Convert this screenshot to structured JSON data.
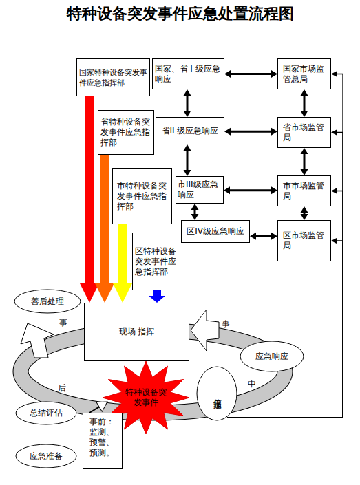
{
  "diagram": {
    "title": "特种设备突发事件应急处置流程图",
    "nodes": [
      {
        "text": [
          "国家特种设备突发事件应急指挥部"
        ]
      },
      {
        "text": [
          "国家、省 I 级应急响应"
        ]
      },
      {
        "text": [
          "国家市场监管总局"
        ]
      },
      {
        "text": [
          "省特种设备突发事件应急指挥部"
        ]
      },
      {
        "text": [
          "省II 级应急响应"
        ]
      },
      {
        "text": [
          "省市场监管局"
        ]
      },
      {
        "text": [
          "市特种设备突发事件应急指挥部"
        ]
      },
      {
        "text": [
          "市III级应急响应"
        ]
      },
      {
        "text": [
          "市市场监管局"
        ]
      },
      {
        "text": [
          "区IV级应急响应"
        ]
      },
      {
        "text": [
          "区市场监管局"
        ]
      },
      {
        "text": [
          "区特种设备突发事件应急指挥部"
        ]
      },
      {
        "text": [
          "现场 指挥"
        ]
      },
      {
        "text": [
          "善后处理"
        ]
      },
      {
        "text": [
          "应急响应"
        ]
      },
      {
        "text": [
          "特种设备突发事件"
        ]
      },
      {
        "text": [
          "信息报送"
        ]
      },
      {
        "text": [
          "总结评估"
        ]
      },
      {
        "text": [
          "应急准备"
        ]
      },
      {
        "text": [
          "事前：监测、预警、预测。"
        ]
      }
    ],
    "edges": [
      {
        "from": 1,
        "to": 2,
        "arrow": "both"
      },
      {
        "from": 4,
        "to": 5,
        "arrow": "both"
      },
      {
        "from": 7,
        "to": 8,
        "arrow": "both"
      },
      {
        "from": 9,
        "to": 10,
        "arrow": "both"
      },
      {
        "from": 1,
        "to": 4,
        "arrow": "both"
      },
      {
        "from": 4,
        "to": 7,
        "arrow": "both"
      },
      {
        "from": 7,
        "to": 9,
        "arrow": "both"
      },
      {
        "from": 2,
        "to": 5,
        "arrow": "both"
      },
      {
        "from": 5,
        "to": 8,
        "arrow": "both"
      },
      {
        "from": 8,
        "to": 10,
        "arrow": "both"
      },
      {
        "from": 0,
        "to": 12,
        "arrow": "to"
      },
      {
        "from": 3,
        "to": 12,
        "arrow": "to"
      },
      {
        "from": 6,
        "to": 12,
        "arrow": "to"
      },
      {
        "from": 11,
        "to": 12,
        "arrow": "to"
      },
      {
        "from": 16,
        "to": 10,
        "arrow": "to"
      },
      {
        "from": 16,
        "to": 8,
        "arrow": "to"
      },
      {
        "from": 16,
        "to": 5,
        "arrow": "to"
      },
      {
        "from": 16,
        "to": 2,
        "arrow": "to"
      },
      {
        "from": 19,
        "to": 15,
        "arrow": "to"
      }
    ],
    "labels": [
      "事",
      "事",
      "中",
      "后"
    ]
  }
}
